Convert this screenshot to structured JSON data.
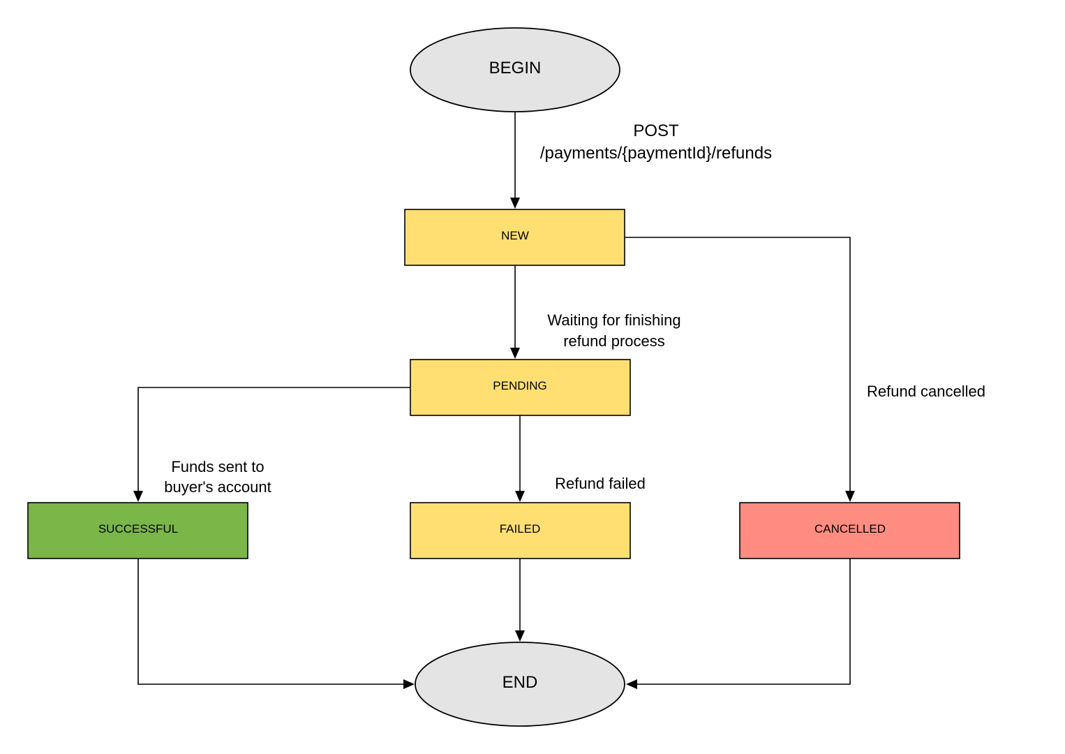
{
  "nodes": {
    "begin": {
      "label": "BEGIN",
      "fill": "#e4e4e4"
    },
    "new": {
      "label": "NEW",
      "fill": "#ffdf71"
    },
    "pending": {
      "label": "PENDING",
      "fill": "#ffdf71"
    },
    "successful": {
      "label": "SUCCESSFUL",
      "fill": "#7ab648"
    },
    "failed": {
      "label": "FAILED",
      "fill": "#ffdf71"
    },
    "cancelled": {
      "label": "CANCELLED",
      "fill": "#ff8c80"
    },
    "end": {
      "label": "END",
      "fill": "#e4e4e4"
    }
  },
  "edges": {
    "begin_to_new": {
      "line1": "POST",
      "line2": "/payments/{paymentId}/refunds"
    },
    "new_to_pending": {
      "line1": "Waiting for finishing",
      "line2": "refund process"
    },
    "new_to_cancelled": {
      "line1": "Refund cancelled"
    },
    "pending_to_successful": {
      "line1": "Funds sent to",
      "line2": "buyer's account"
    },
    "pending_to_failed": {
      "line1": "Refund failed"
    }
  }
}
